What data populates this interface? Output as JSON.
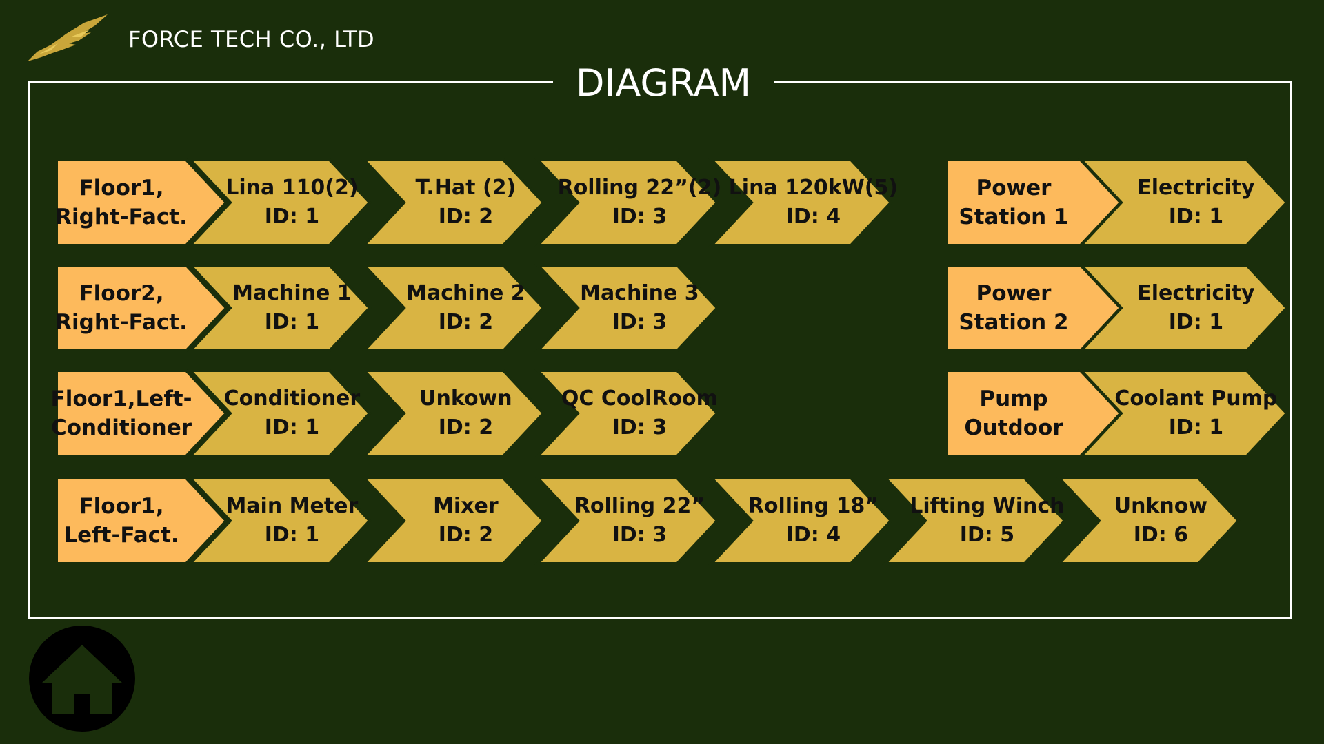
{
  "header": {
    "company": "FORCE TECH CO., LTD",
    "logo_icon": "golden-bird-logo-icon"
  },
  "diagram": {
    "title": "DIAGRAM"
  },
  "colors": {
    "background": "#1a2e0b",
    "head": "#fdba5c",
    "item": "#d9b443",
    "frame": "#ffffff"
  },
  "rows": [
    {
      "head": [
        "Floor1,",
        "Right-Fact."
      ],
      "items": [
        [
          "Lina 110(2)",
          "ID: 1"
        ],
        [
          "T.Hat (2)",
          "ID: 2"
        ],
        [
          "Rolling 22”(2)",
          "ID: 3"
        ],
        [
          "Lina 120kW(5)",
          "ID: 4"
        ]
      ]
    },
    {
      "head": [
        "Floor2,",
        "Right-Fact."
      ],
      "items": [
        [
          "Machine 1",
          "ID: 1"
        ],
        [
          "Machine 2",
          "ID: 2"
        ],
        [
          "Machine 3",
          "ID: 3"
        ]
      ]
    },
    {
      "head": [
        "Floor1,Left-",
        "Conditioner"
      ],
      "items": [
        [
          "Conditioner",
          "ID: 1"
        ],
        [
          "Unkown",
          "ID: 2"
        ],
        [
          "QC CoolRoom",
          "ID: 3"
        ]
      ]
    },
    {
      "head": [
        "Floor1,",
        "Left-Fact."
      ],
      "items": [
        [
          "Main Meter",
          "ID: 1"
        ],
        [
          "Mixer",
          "ID: 2"
        ],
        [
          "Rolling 22”",
          "ID: 3"
        ],
        [
          "Rolling 18”",
          "ID: 4"
        ],
        [
          "Lifting Winch",
          "ID: 5"
        ],
        [
          "Unknow",
          "ID: 6"
        ]
      ]
    }
  ],
  "side_rows": [
    {
      "head": [
        "Power",
        "Station 1"
      ],
      "item": [
        "Electricity",
        "ID: 1"
      ]
    },
    {
      "head": [
        "Power",
        "Station 2"
      ],
      "item": [
        "Electricity",
        "ID: 1"
      ]
    },
    {
      "head": [
        "Pump",
        "Outdoor"
      ],
      "item": [
        "Coolant Pump",
        "ID: 1"
      ]
    }
  ],
  "home_button": {
    "icon": "home-icon"
  }
}
